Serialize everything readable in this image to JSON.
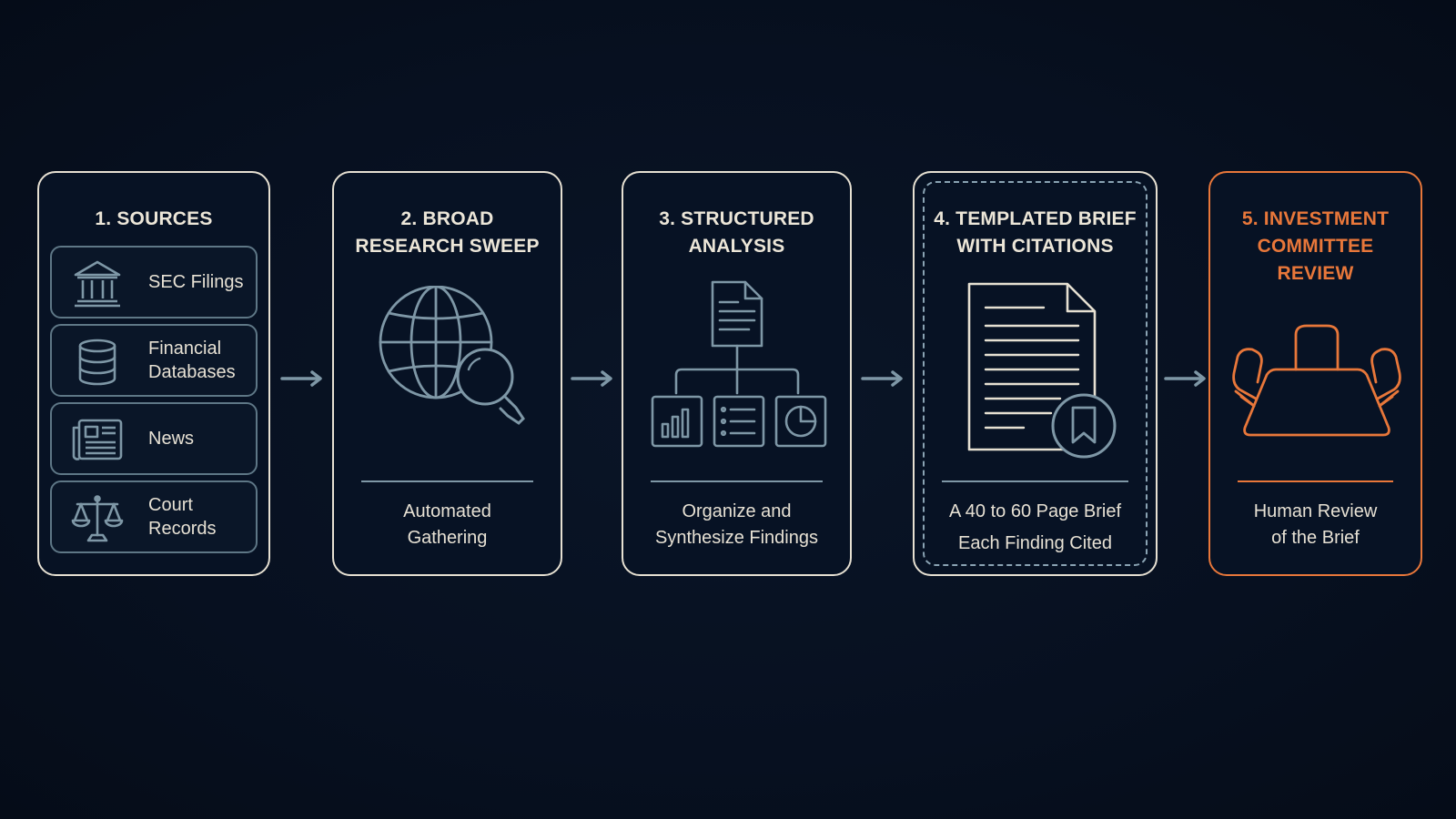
{
  "steps": [
    {
      "title": "1. SOURCES",
      "sources": [
        {
          "icon": "bank-icon",
          "label": "SEC Filings"
        },
        {
          "icon": "database-icon",
          "label": "Financial\nDatabases"
        },
        {
          "icon": "newspaper-icon",
          "label": "News"
        },
        {
          "icon": "scales-icon",
          "label": "Court\nRecords"
        }
      ]
    },
    {
      "title": "2. BROAD\nRESEARCH SWEEP",
      "icon": "globe-search-icon",
      "caption": "Automated\nGathering"
    },
    {
      "title": "3. STRUCTURED\nANALYSIS",
      "icon": "document-hierarchy-icon",
      "caption": "Organize and\nSynthesize Findings"
    },
    {
      "title": "4. TEMPLATED BRIEF\nWITH CITATIONS",
      "icon": "document-bookmark-icon",
      "caption": "A 40 to 60 Page Brief\nEach Finding Cited"
    },
    {
      "title": "5. INVESTMENT\nCOMMITTEE\nREVIEW",
      "icon": "conference-table-icon",
      "caption": "Human Review\nof the Brief"
    }
  ],
  "colors": {
    "background": "#071020",
    "card_border": "#e6e0d2",
    "accent": "#e8773a",
    "icon_stroke": "#7e97a6",
    "arrow": "#7e97a6"
  }
}
